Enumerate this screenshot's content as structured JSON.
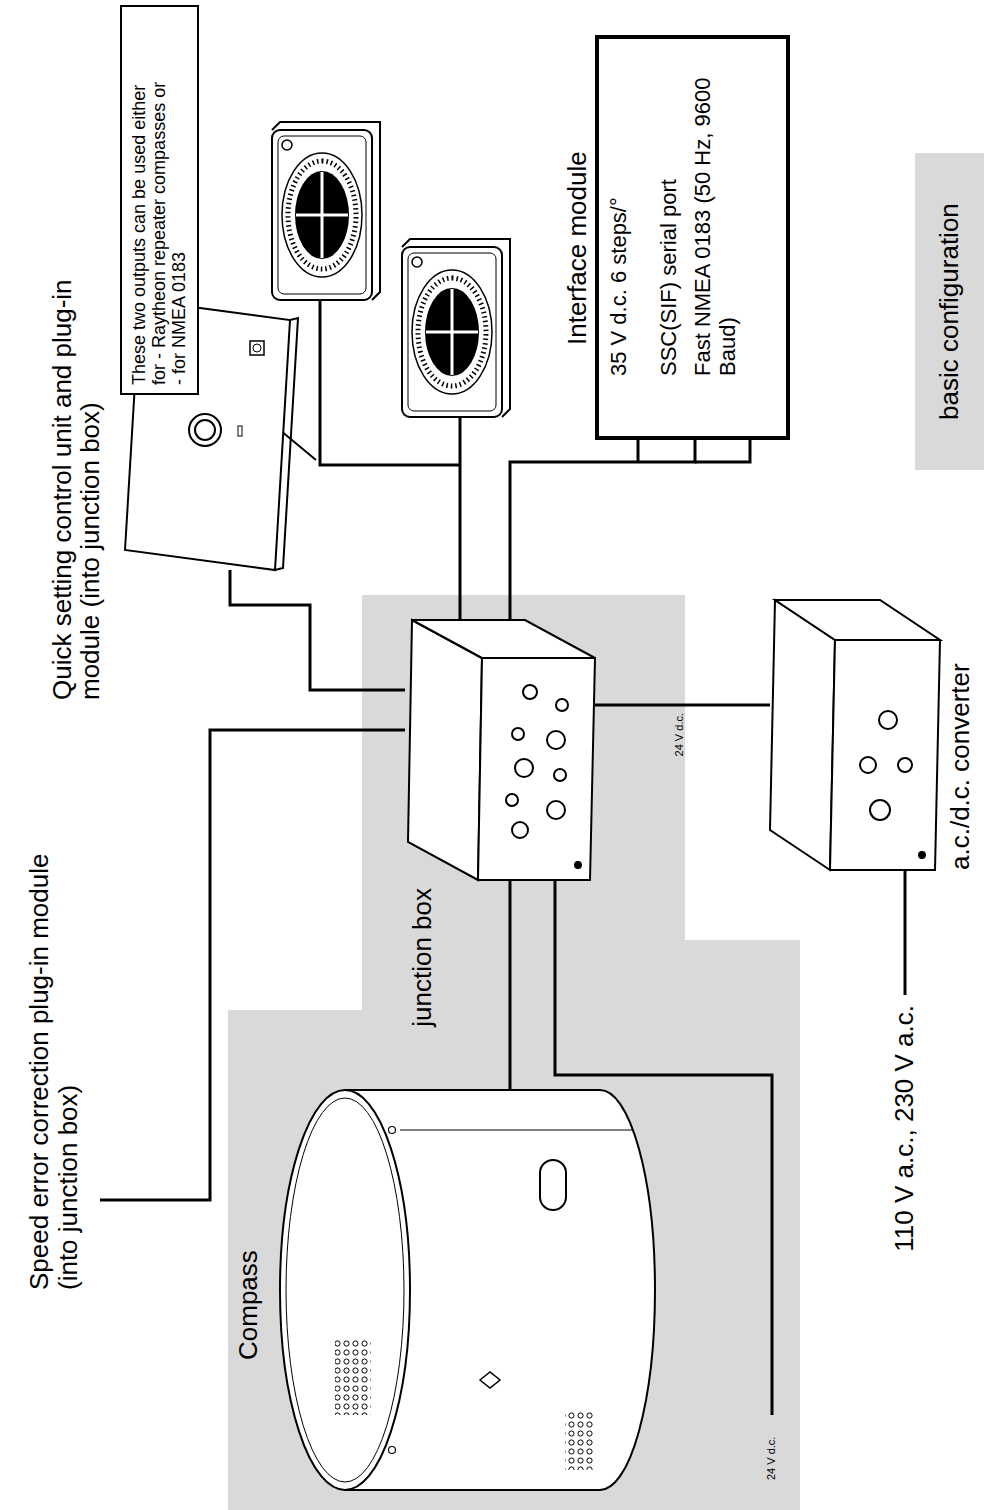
{
  "diagram": {
    "nodes": [
      {
        "text": [
          "Compass"
        ]
      },
      {
        "text": [
          "Quick setting control unit and plug-in module (into junction box)"
        ]
      },
      {
        "text": [
          "These two outputs can be used either for - Raytheon repeater compasses or - for NMEA 0183"
        ]
      },
      {
        "text": [
          "Interface module",
          "35 V d.c. 6 steps/°",
          "SSC(SIF) serial port",
          "Fast NMEA 0183 (50 Hz, 9600 Baud)"
        ]
      },
      {
        "text": [
          "junction box"
        ]
      },
      {
        "text": [
          "a.c./d.c. converter"
        ]
      },
      {
        "text": [
          "basic configuration"
        ]
      }
    ],
    "edges": [
      {
        "from": 0,
        "to": 4,
        "arrow": "none"
      },
      {
        "from": 1,
        "to": 4,
        "arrow": "none"
      },
      {
        "from": 4,
        "to": 3,
        "arrow": "none"
      },
      {
        "from": 4,
        "to": 5,
        "label": "24 V d.c.",
        "arrow": "none"
      }
    ],
    "labels": [
      "Speed error correction plug-in module (into junction box)",
      "24 V d.c.",
      "110 V a.c., 230 V a.c."
    ]
  }
}
